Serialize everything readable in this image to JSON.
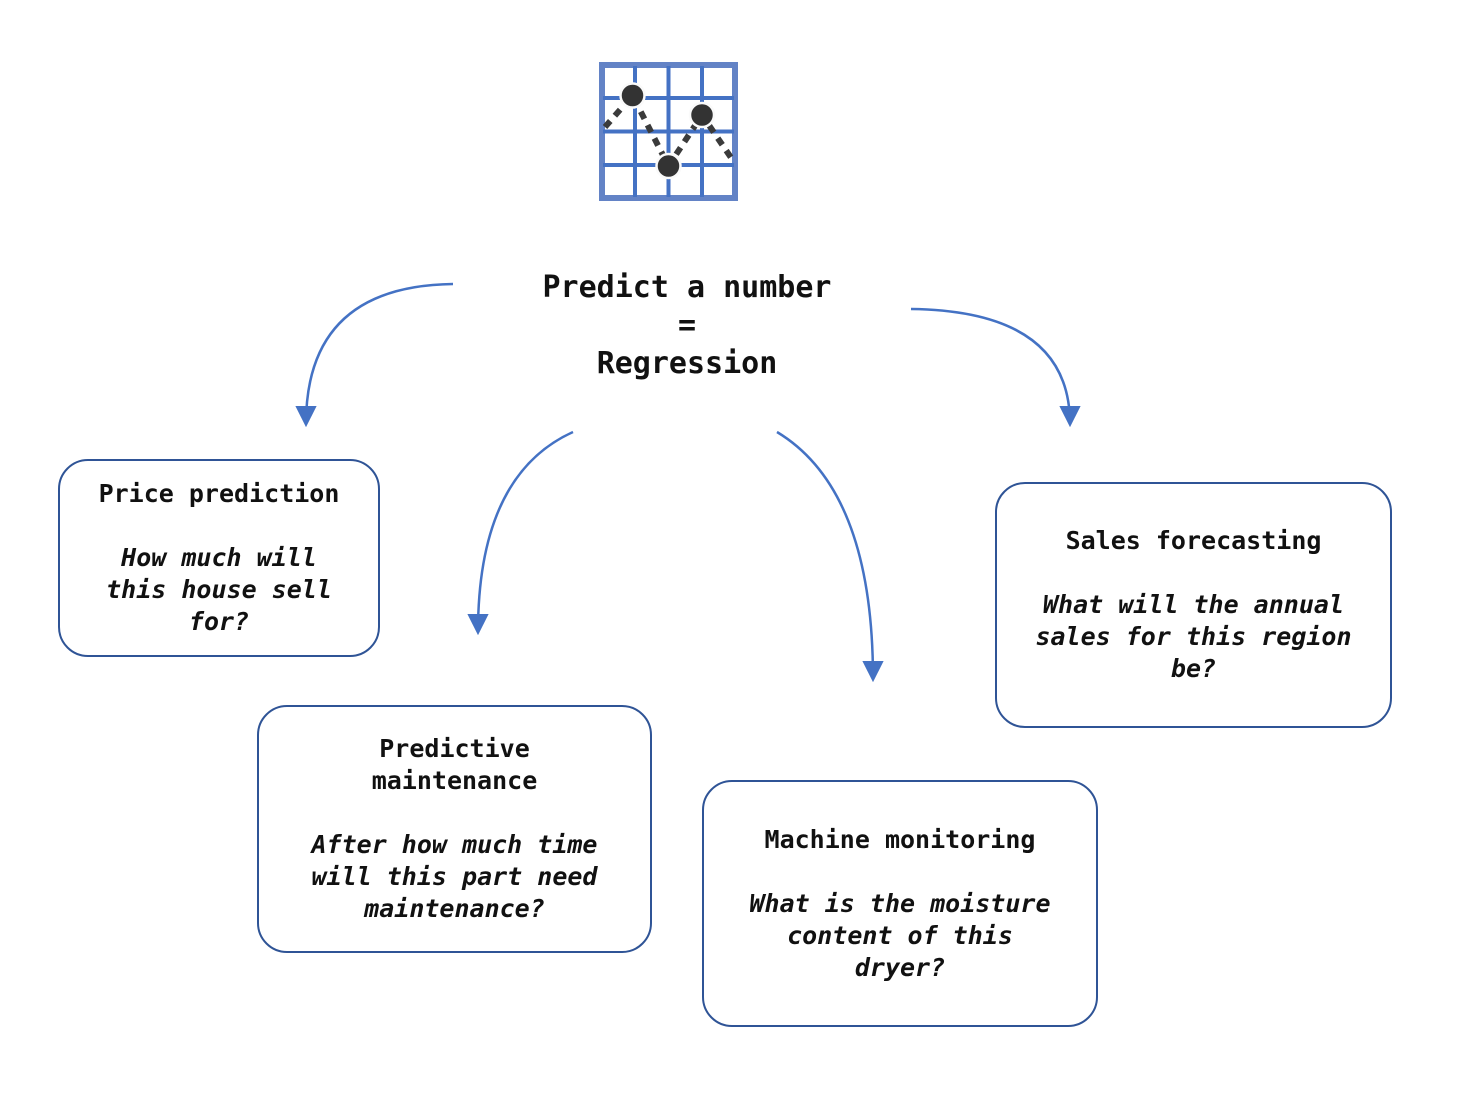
{
  "title": {
    "text": "Predict a number\n=\nRegression"
  },
  "icon": {
    "name": "line-chart-icon"
  },
  "colors": {
    "arrow": "#4472C4",
    "box_border": "#2F5496",
    "icon_frame": "#6383C6",
    "icon_grid": "#4472C4",
    "icon_dots": "#333333",
    "text": "#111111"
  },
  "boxes": [
    {
      "title": "Price prediction",
      "question": "How much will\nthis house sell\nfor?"
    },
    {
      "title": "Predictive\nmaintenance",
      "question": "After how much time\nwill this part need\nmaintenance?"
    },
    {
      "title": "Machine monitoring",
      "question": "What is the moisture\ncontent of this\ndryer?"
    },
    {
      "title": "Sales forecasting",
      "question": "What will the annual\nsales for this region\nbe?"
    }
  ]
}
